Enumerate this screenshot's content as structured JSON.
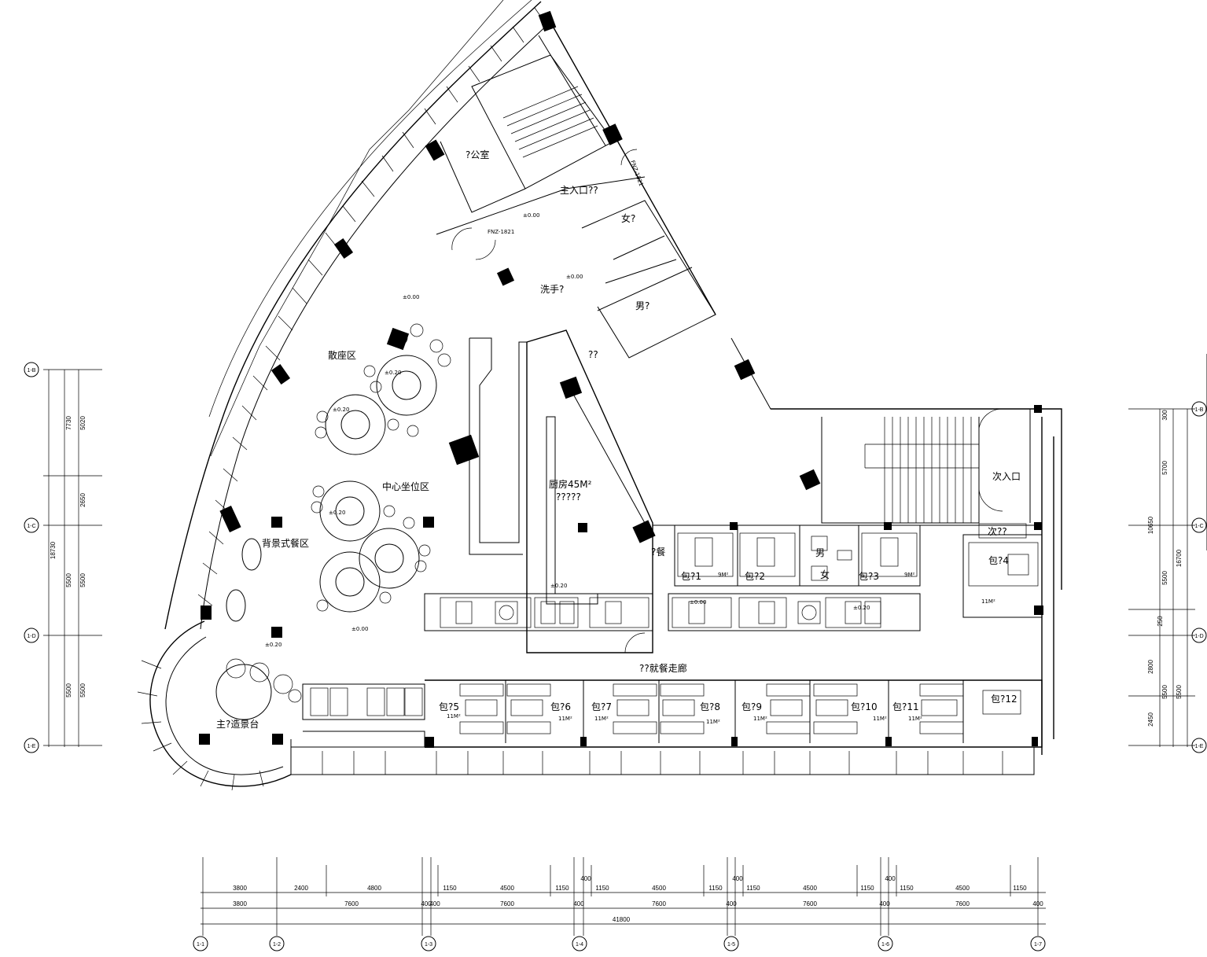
{
  "rooms": {
    "office": "?公室",
    "main_entrance": "主入口??",
    "female_wc": "女?",
    "male_wc": "男?",
    "washroom": "洗手?",
    "unknown_room": "??",
    "scattered_seating": "散座区",
    "center_seating": "中心坐位区",
    "kitchen": "厨房45M²",
    "kitchen_sub": "?????",
    "backdrop_dining": "背景式餐区",
    "main_stage": "主?造景台",
    "secondary_entrance": "次入口",
    "secondary_space": "次??",
    "dining_corridor": "??就餐走廊",
    "pantry": "?餐",
    "wc_male_small": "男",
    "wc_female_small": "女"
  },
  "private_rooms": [
    {
      "label": "包?1",
      "area": "9M²"
    },
    {
      "label": "包?2",
      "area": ""
    },
    {
      "label": "包?3",
      "area": "9M²"
    },
    {
      "label": "包?4",
      "area": "11M²"
    },
    {
      "label": "包?5",
      "area": "11M²"
    },
    {
      "label": "包?6",
      "area": "11M²"
    },
    {
      "label": "包?7",
      "area": "11M²"
    },
    {
      "label": "包?8",
      "area": "11M²"
    },
    {
      "label": "包?9",
      "area": "11M²"
    },
    {
      "label": "包?10",
      "area": "11M²"
    },
    {
      "label": "包?11",
      "area": "11M²"
    },
    {
      "label": "包?12",
      "area": ""
    }
  ],
  "door_codes": [
    "FNZ-1821",
    "FNZ-1821"
  ],
  "levels": [
    "±0.00",
    "±0.00",
    "±0.00",
    "±0.00",
    "±0.20",
    "±0.20",
    "±0.20",
    "±0.20",
    "±0.20",
    "±0.20",
    "±0.00"
  ],
  "dimensions": {
    "bottom_row1": [
      "3800",
      "2400",
      "4800",
      "1150",
      "4500",
      "1150",
      "400",
      "1150",
      "4500",
      "1150",
      "400",
      "1150",
      "4500",
      "1150",
      "400",
      "1150",
      "4500",
      "1150"
    ],
    "bottom_row2": [
      "3800",
      "7600",
      "400",
      "400",
      "7600",
      "400",
      "7600",
      "400",
      "7600",
      "400",
      "7600",
      "400"
    ],
    "bottom_total": "41800",
    "left_col1": [
      "5020",
      "2650",
      "5500",
      "5500"
    ],
    "left_col2": [
      "7730",
      "18730",
      "5500",
      "5500"
    ],
    "right_col1": [
      "300",
      "5700",
      "5500",
      "250",
      "2800",
      "2450"
    ],
    "right_col2": [
      "10650",
      "16700",
      "5500",
      "5500"
    ]
  },
  "axis_bubbles_bottom": [
    "1-1",
    "1-2",
    "1-3",
    "1-4",
    "1-5",
    "1-6",
    "1-7"
  ],
  "axis_bubbles_left": [
    "1-B",
    "1-C",
    "1-D",
    "1-E"
  ],
  "axis_bubbles_right": [
    "1-B",
    "1-C",
    "1-D",
    "1-E"
  ]
}
